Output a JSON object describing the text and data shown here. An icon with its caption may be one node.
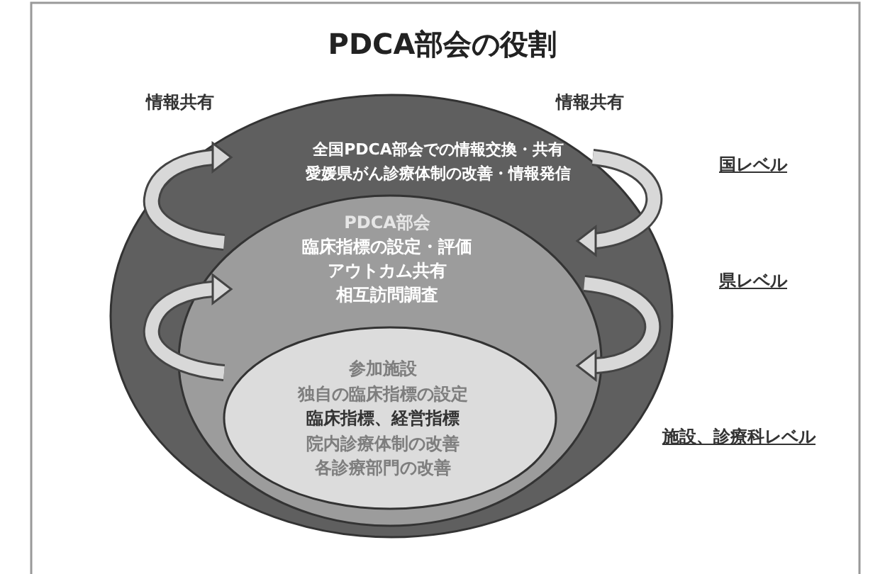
{
  "diagram": {
    "title": "PDCA部会の役割",
    "nodes": [
      {
        "text": [
          "全国PDCA部会での情報交換・共有",
          "愛媛県がん診療体制の改善・情報発信"
        ]
      },
      {
        "text": [
          "PDCA部会",
          "臨床指標の設定・評価",
          "アウトカム共有",
          "相互訪問調査"
        ],
        "in": 0
      },
      {
        "text": [
          "参加施設",
          "独自の臨床指標の設定",
          "臨床指標、経営指標",
          "院内診療体制の改善",
          "各診療部門の改善"
        ],
        "in": 1
      }
    ],
    "labels": [
      "情報共有",
      "情報共有",
      "国レベル",
      "県レベル",
      "施設、診療科レベル"
    ]
  }
}
